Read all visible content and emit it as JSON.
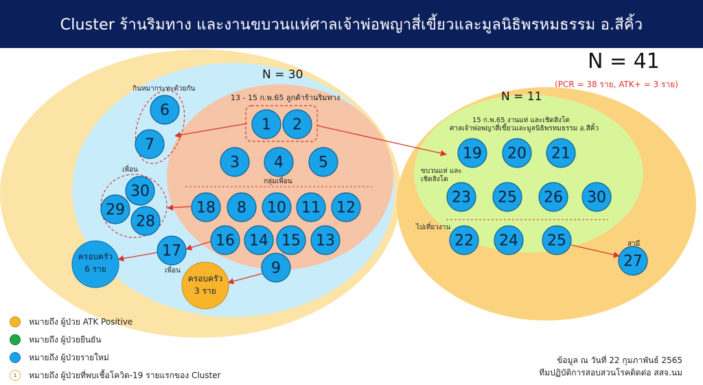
{
  "title": "Cluster ร้านริมทาง และงานขบวนแห่ศาลเจ้าพ่อพญาสี่เขี้ยวและมูลนิธิพรหมธรรม อ.สีคิ้ว",
  "total": {
    "label": "N = 41",
    "detail": "(PCR = 38 ราย, ATK+ = 3 ราย)"
  },
  "left_cluster": {
    "n_label": "N = 30",
    "event_label": "13 - 15 ก.พ.65 ลูกค้าร้านริมทาง",
    "friends_group_label": "กลุ่มเพื่อน",
    "betel_label": "กินหมากระทะด้วยกัน",
    "friend_label_top": "เพื่อน",
    "friend_label_bottom": "เพื่อน",
    "family_6": "ครอบครัว\n6 ราย",
    "family_3": "ครอบครัว\n3 ราย"
  },
  "right_cluster": {
    "n_label": "N = 11",
    "event_label_1": "15 ก.พ.65 งานแห่ และเชิดสิงโต",
    "event_label_2": "ศาลเจ้าพ่อพญาสี่เขี้ยวและมูลนิธิพรหมธรรม อ.สีคิ้ว",
    "procession_label_1": "ขบวนแห่ และ",
    "procession_label_2": "เชิดสิงโต",
    "fair_label": "ไปเที่ยวงาน",
    "husband_label": "สามี"
  },
  "nodes": {
    "n1": "1",
    "n2": "2",
    "n3": "3",
    "n4": "4",
    "n5": "5",
    "n6": "6",
    "n7": "7",
    "n30a": "30",
    "n29": "29",
    "n28": "28",
    "n18": "18",
    "n8": "8",
    "n10": "10",
    "n11": "11",
    "n12": "12",
    "n16": "16",
    "n14": "14",
    "n15": "15",
    "n13": "13",
    "n17": "17",
    "n9": "9",
    "r19": "19",
    "r20": "20",
    "r21": "21",
    "r23": "23",
    "r25a": "25",
    "r26": "26",
    "r30": "30",
    "r22": "22",
    "r24": "24",
    "r25b": "25",
    "r27": "27"
  },
  "legend": [
    {
      "icon": "orange-dot-icon",
      "label": "หมายถึง ผู้ป่วย ATK Positive"
    },
    {
      "icon": "green-dot-icon",
      "label": "หมายถึง ผู้ป่วยยืนยัน"
    },
    {
      "icon": "blue-dot-icon",
      "label": "หมายถึง ผู้ป่วยรายใหม่"
    },
    {
      "icon": "first-case-ring-icon",
      "ring_text": "1",
      "label": "หมายถึง ผู้ป่วยที่พบเชื้อโควิด-19 รายแรกของ Cluster"
    }
  ],
  "footer": {
    "line1": "ข้อมูล ณ วันที่ 22 กุมภาพันธ์ 2565",
    "line2": "ทีมปฏิบัติการสอบสวนโรคติดต่อ สสจ.นม"
  },
  "colors": {
    "header_bg": "#0b1f5b",
    "outer_cream": "#fce3a6",
    "light_blue": "#c9ecfb",
    "salmon": "#f6c4a6",
    "right_orange": "#fbd27e",
    "right_green": "#d9f59a",
    "node_blue": "#1aa3e8",
    "atk_orange": "#f8b52c",
    "arrow_red": "#d9342b"
  }
}
